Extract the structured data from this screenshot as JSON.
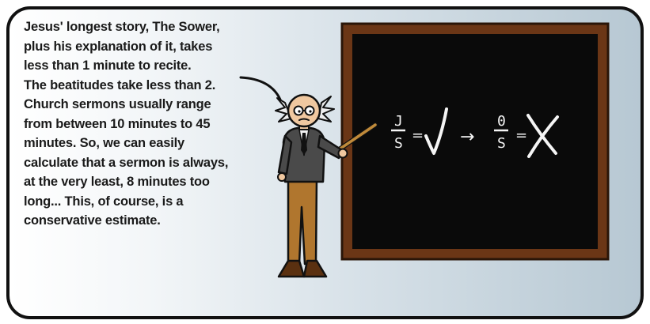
{
  "caption": {
    "lines": [
      "Jesus' longest story, The Sower,",
      "plus his explanation of it, takes",
      "less than 1 minute to recite.",
      "The beatitudes take less than 2.",
      "Church sermons usually range",
      "from between 10 minutes to 45",
      "minutes. So, we can easily",
      "calculate that a sermon is always,",
      "at the very least, 8 minutes too",
      "long... This,  of course, is a",
      "conservative estimate."
    ]
  },
  "chalkboard": {
    "fraction_one": {
      "numerator": "J",
      "denominator": "S"
    },
    "fraction_two": {
      "numerator": "0",
      "denominator": "S"
    },
    "equals": "=",
    "arrow": "→"
  },
  "colors": {
    "frame": "#111111",
    "board": "#0a0a0a",
    "board_frame": "#6b3616",
    "chalk": "#f5f5f5"
  }
}
